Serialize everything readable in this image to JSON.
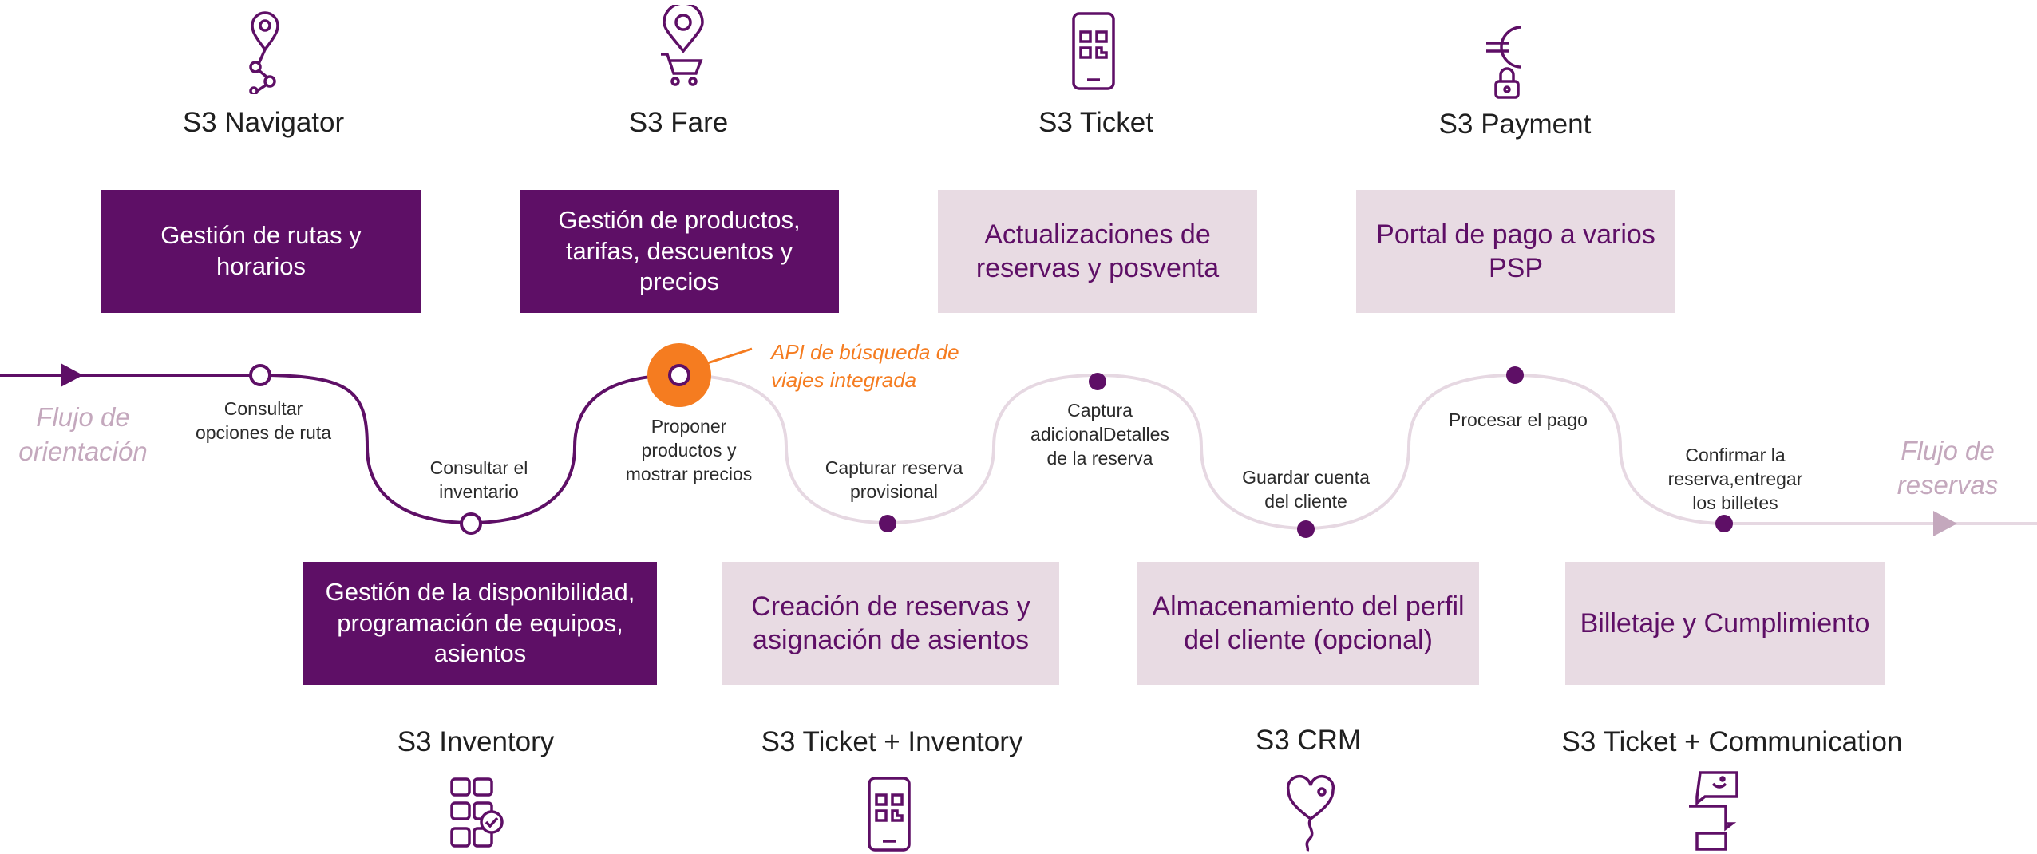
{
  "top_products": [
    {
      "label": "S3 Navigator",
      "icon": "route-pin-icon"
    },
    {
      "label": "S3 Fare",
      "icon": "pin-cart-icon"
    },
    {
      "label": "S3 Ticket",
      "icon": "mobile-qr-icon"
    },
    {
      "label": "S3 Payment",
      "icon": "euro-lock-icon"
    }
  ],
  "top_boxes": [
    "Gestión de rutas y horarios",
    "Gestión de productos, tarifas, descuentos y precios",
    "Actualizaciones de reservas y posventa",
    "Portal de pago a varios PSP"
  ],
  "bottom_boxes": [
    "Gestión de la disponibilidad, programación de equipos, asientos",
    "Creación de reservas y asignación de asientos",
    "Almacenamiento del perfil del cliente (opcional)",
    "Billetaje y Cumplimiento"
  ],
  "bottom_products": [
    {
      "label": "S3 Inventory",
      "icon": "seats-check-icon"
    },
    {
      "label": "S3 Ticket + Inventory",
      "icon": "mobile-qr-icon"
    },
    {
      "label": "S3 CRM",
      "icon": "heart-balloon-icon"
    },
    {
      "label": "S3 Ticket + Communication",
      "icon": "chat-bubbles-icon"
    }
  ],
  "steps": [
    {
      "line1": "Consultar",
      "line2": "opciones de ruta",
      "line3": ""
    },
    {
      "line1": "Consultar el",
      "line2": "inventario",
      "line3": ""
    },
    {
      "line1": "Proponer",
      "line2": "productos y",
      "line3": "mostrar precios"
    },
    {
      "line1": "Capturar reserva",
      "line2": "provisional",
      "line3": ""
    },
    {
      "line1": "Captura",
      "line2": "adicionalDetalles",
      "line3": "de la reserva"
    },
    {
      "line1": "Guardar cuenta",
      "line2": "del cliente",
      "line3": ""
    },
    {
      "line1": "Procesar el pago",
      "line2": "",
      "line3": ""
    },
    {
      "line1": "Confirmar la",
      "line2": "reserva,entregar",
      "line3": "los billetes"
    }
  ],
  "flow_start": {
    "line1": "Flujo de",
    "line2": "orientación"
  },
  "flow_end": {
    "line1": "Flujo de",
    "line2": "reservas"
  },
  "api_note": {
    "line1": "API de búsqueda de",
    "line2": "viajes integrada"
  },
  "colors": {
    "purple": "#5e0f66",
    "light_purple": "#e8dbe3",
    "orange": "#f57c20",
    "line_light": "#e6d8e2",
    "flow_text": "#c4a8bd"
  }
}
